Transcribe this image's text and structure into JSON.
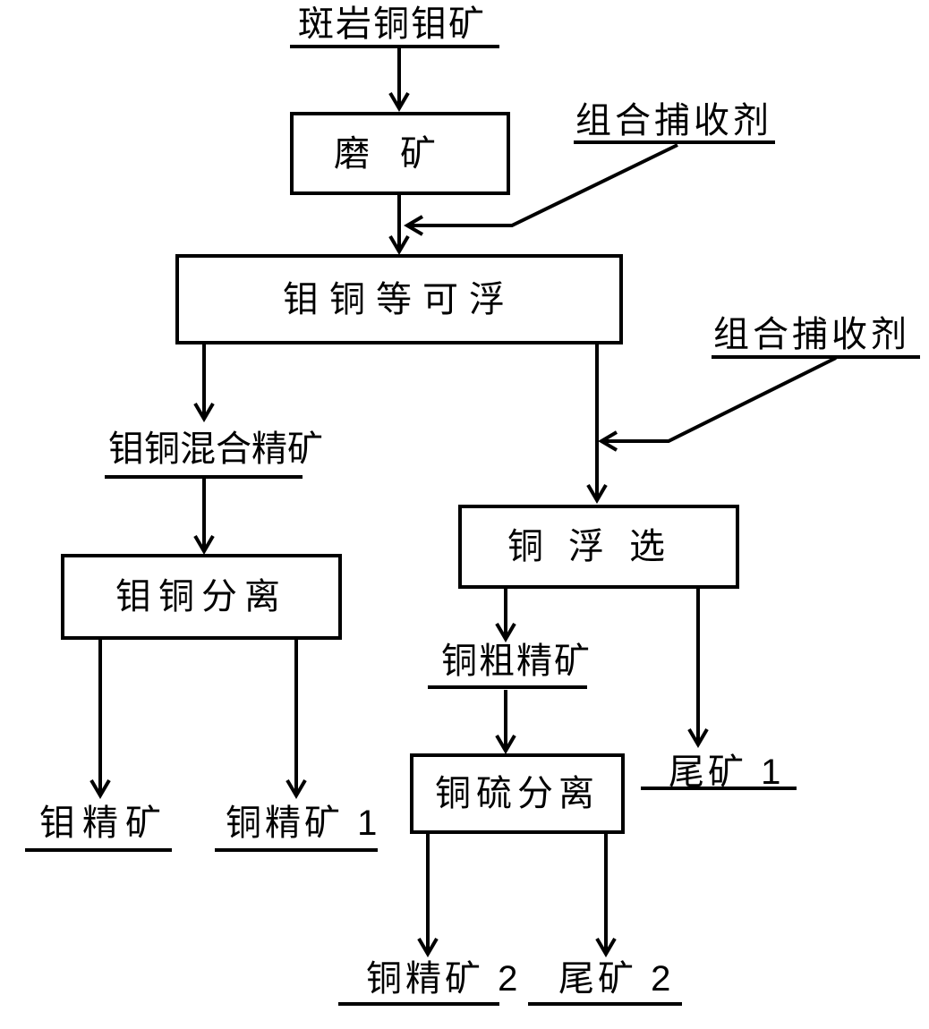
{
  "diagram": {
    "source": {
      "label": "斑岩铜钼矿"
    },
    "nodes": [
      {
        "id": "grinding",
        "label": "磨矿"
      },
      {
        "id": "bulk-flotation",
        "label": "钼铜等可浮"
      },
      {
        "id": "mo-cu-separation",
        "label": "钼铜分离"
      },
      {
        "id": "cu-flotation",
        "label": "铜浮选"
      },
      {
        "id": "cu-s-separation",
        "label": "铜硫分离"
      }
    ],
    "reagents": [
      {
        "id": "combined-collector-1",
        "label": "组合捕收剂"
      },
      {
        "id": "combined-collector-2",
        "label": "组合捕收剂"
      }
    ],
    "streams": [
      {
        "id": "mo-cu-mixed-concentrate",
        "label": "钼铜混合精矿"
      },
      {
        "id": "mo-concentrate",
        "label": "钼精矿"
      },
      {
        "id": "cu-concentrate-1",
        "label": "铜精矿 1"
      },
      {
        "id": "cu-rough-concentrate",
        "label": "铜粗精矿"
      },
      {
        "id": "tailings-1",
        "label": "尾矿 1"
      },
      {
        "id": "cu-concentrate-2",
        "label": "铜精矿 2"
      },
      {
        "id": "tailings-2",
        "label": "尾矿 2"
      }
    ]
  },
  "colors": {
    "line": "#000000",
    "background": "#ffffff"
  }
}
